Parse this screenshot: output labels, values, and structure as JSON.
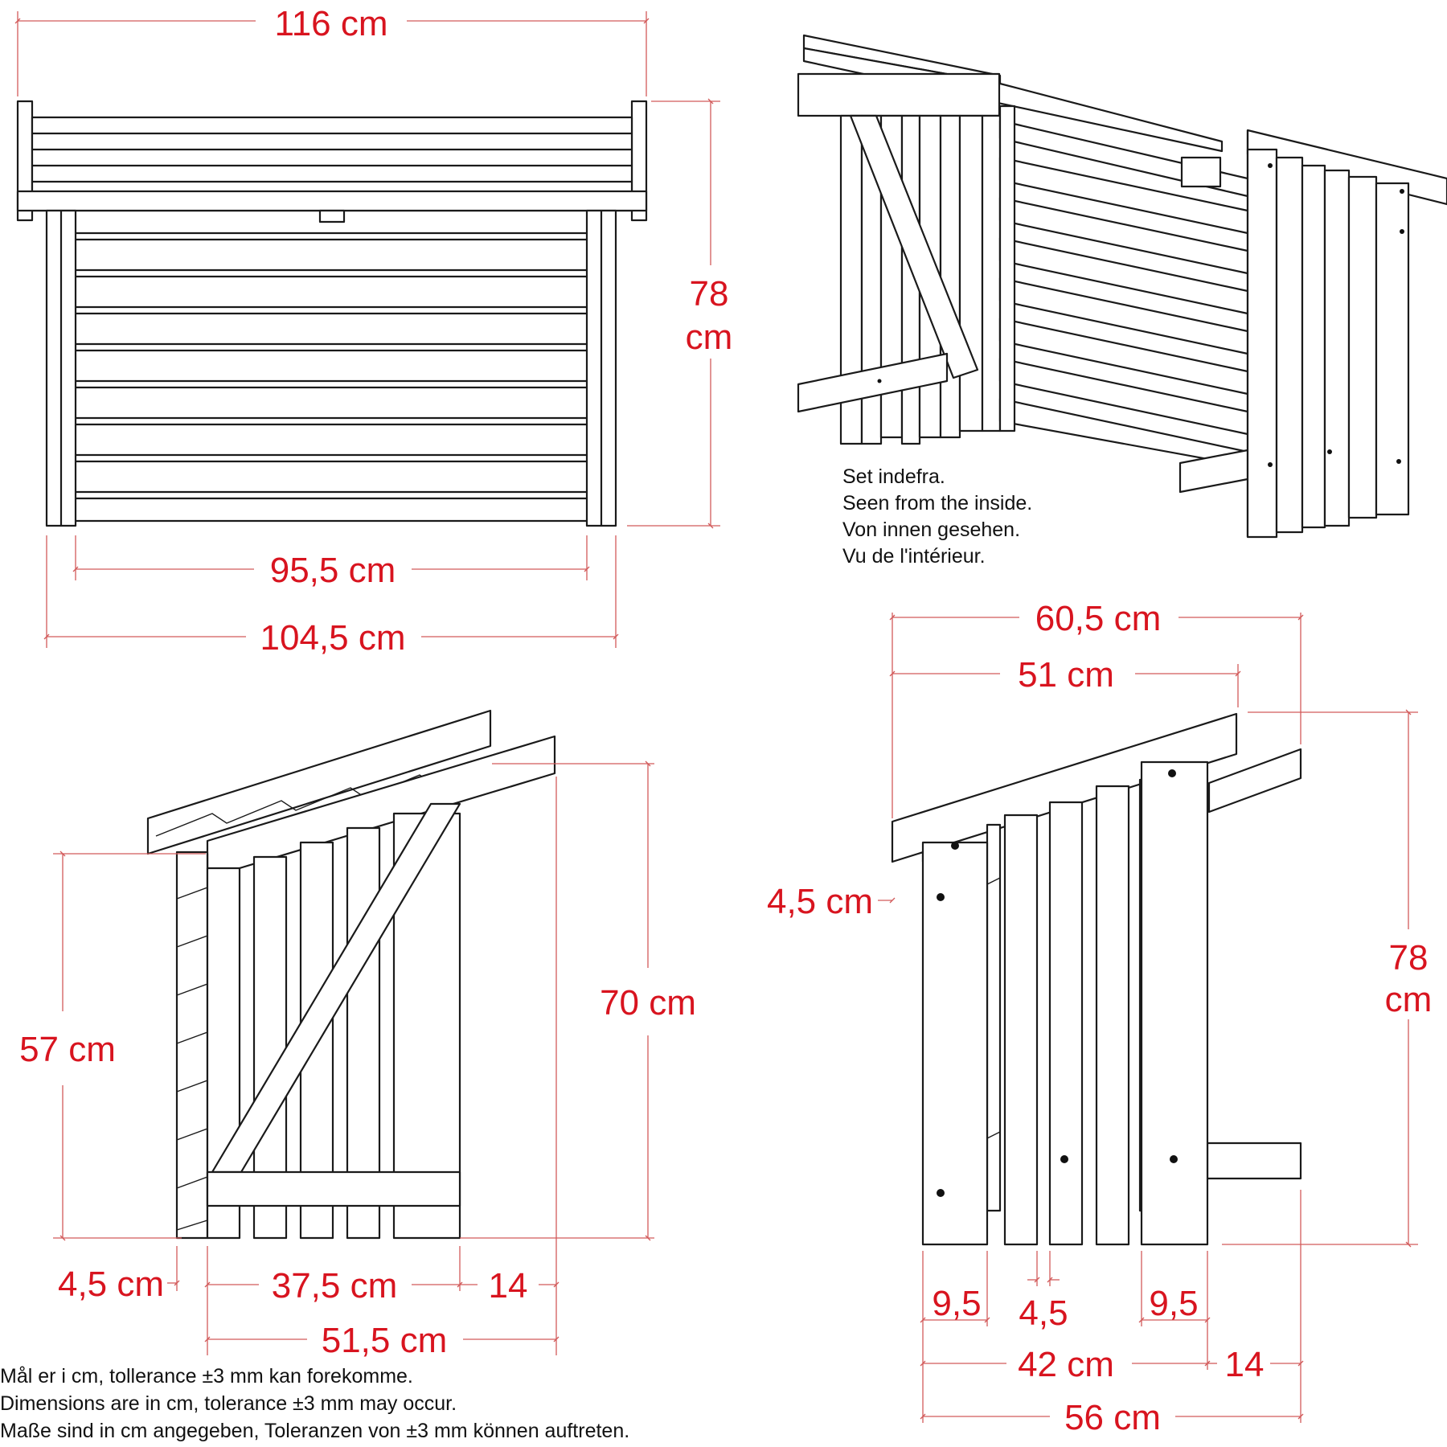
{
  "colors": {
    "line": "#1a1a1a",
    "dimension_line": "#d25a5a",
    "dimension_text": "#d8141f"
  },
  "front_view": {
    "width_top": "116 cm",
    "height": "78",
    "height_unit": "cm",
    "inner_width": "95,5 cm",
    "outer_width": "104,5 cm"
  },
  "inside_view": {
    "caption": [
      "Set indefra.",
      "Seen from the inside.",
      "Von innen gesehen.",
      "Vu de l'intérieur."
    ]
  },
  "side_view": {
    "left_height": "57 cm",
    "right_height": "70 cm",
    "post_width": "4,5 cm",
    "depth_inner": "37,5 cm",
    "overhang": "14",
    "depth_total": "51,5 cm"
  },
  "back_view": {
    "roof_width": "60,5 cm",
    "board_span": "51 cm",
    "roof_thickness": "4,5 cm",
    "height": "78",
    "height_unit": "cm",
    "board_left": "9,5",
    "gap": "4,5",
    "board_right": "9,5",
    "width_inner": "42 cm",
    "overhang": "14",
    "width_total": "56 cm"
  },
  "notes": [
    "Mål er i cm, tollerance ±3 mm kan forekomme.",
    "Dimensions are in cm, tolerance ±3 mm may occur.",
    "Maße sind in cm angegeben, Toleranzen von ±3 mm können auftreten."
  ]
}
